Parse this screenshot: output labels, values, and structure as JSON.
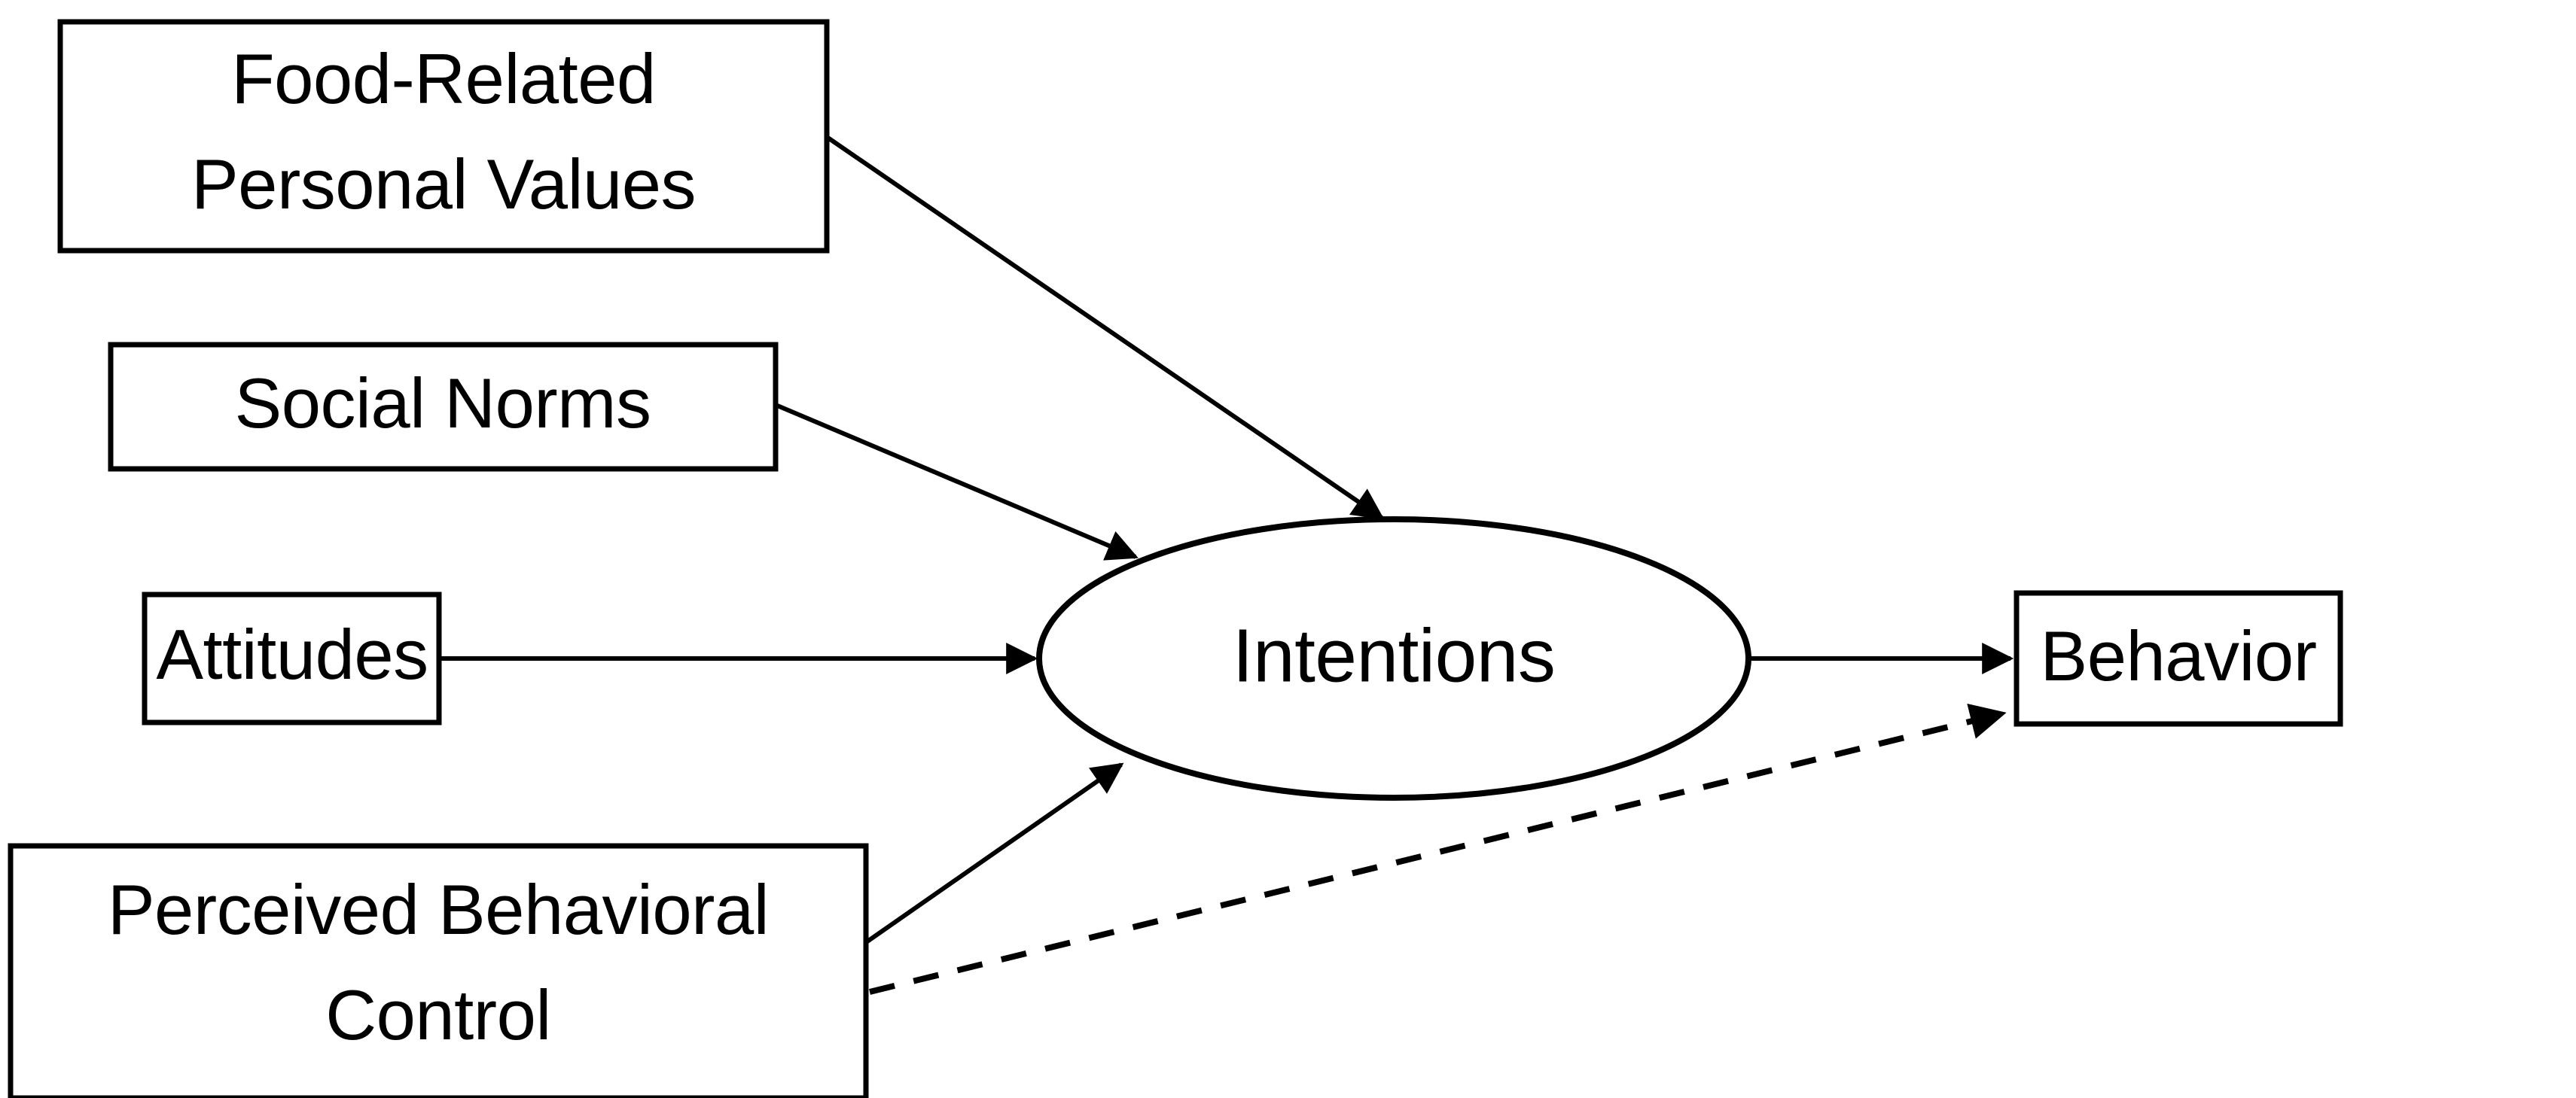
{
  "diagram": {
    "type": "conceptual-model-flow",
    "title": "",
    "background": "#ffffff",
    "stroke_color": "#000000",
    "nodes": [
      {
        "id": "food-related-personal-values",
        "shape": "rectangle",
        "label_lines": [
          "Food-Related",
          "Personal Values"
        ],
        "label": "Food-Related Personal Values"
      },
      {
        "id": "social-norms",
        "shape": "rectangle",
        "label_lines": [
          "Social Norms"
        ],
        "label": "Social Norms"
      },
      {
        "id": "attitudes",
        "shape": "rectangle",
        "label_lines": [
          "Attitudes"
        ],
        "label": "Attitudes"
      },
      {
        "id": "perceived-behavioral-control",
        "shape": "rectangle",
        "label_lines": [
          "Perceived Behavioral",
          "Control"
        ],
        "label": "Perceived Behavioral Control"
      },
      {
        "id": "intentions",
        "shape": "ellipse",
        "label_lines": [
          "Intentions"
        ],
        "label": "Intentions"
      },
      {
        "id": "behavior",
        "shape": "rectangle",
        "label_lines": [
          "Behavior"
        ],
        "label": "Behavior"
      }
    ],
    "edges": [
      {
        "id": "frpv-to-intentions",
        "from": "food-related-personal-values",
        "to": "intentions",
        "style": "solid",
        "arrowhead": true
      },
      {
        "id": "social-norms-to-intentions",
        "from": "social-norms",
        "to": "intentions",
        "style": "solid",
        "arrowhead": true
      },
      {
        "id": "attitudes-to-intentions",
        "from": "attitudes",
        "to": "intentions",
        "style": "solid",
        "arrowhead": true
      },
      {
        "id": "pbc-to-intentions",
        "from": "perceived-behavioral-control",
        "to": "intentions",
        "style": "solid",
        "arrowhead": true
      },
      {
        "id": "intentions-to-behavior",
        "from": "intentions",
        "to": "behavior",
        "style": "solid",
        "arrowhead": true
      },
      {
        "id": "pbc-to-behavior",
        "from": "perceived-behavioral-control",
        "to": "behavior",
        "style": "dashed",
        "arrowhead": true
      }
    ]
  }
}
